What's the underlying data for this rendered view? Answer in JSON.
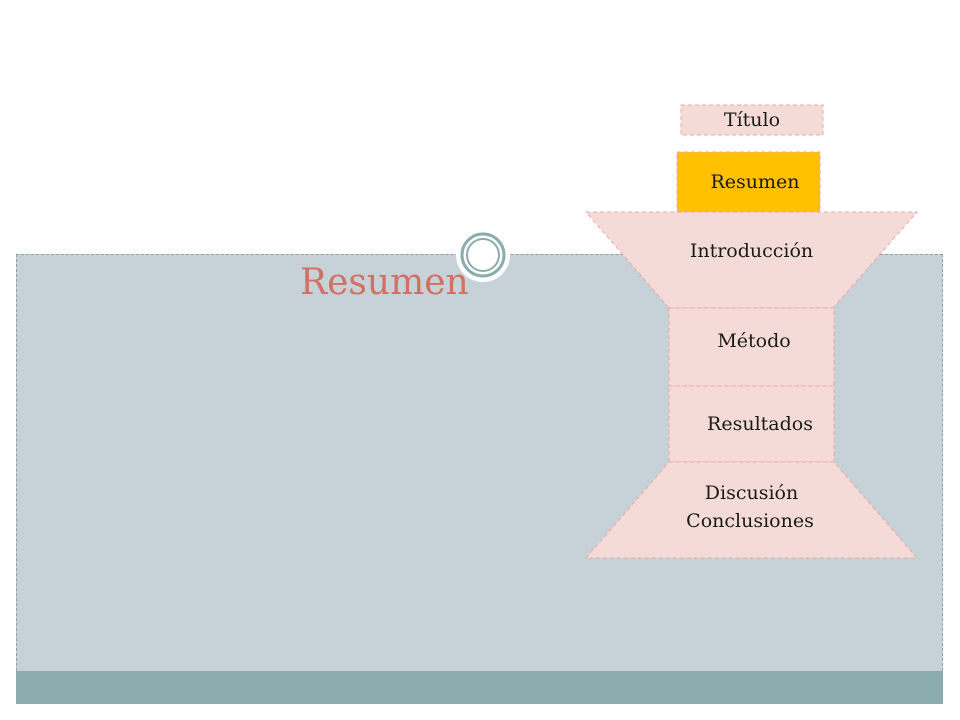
{
  "slide": {
    "title": "Resumen"
  },
  "diagram": {
    "sections": {
      "titulo": "Título",
      "resumen": "Resumen",
      "introduccion": "Introducción",
      "metodo": "Método",
      "resultados": "Resultados",
      "discusion": "Discusión",
      "conclusiones": "Conclusiones"
    },
    "colors": {
      "fill": "#f4dbd8",
      "highlight": "#ffc000",
      "border": "#e6a8a8"
    }
  },
  "theme": {
    "body_bg": "#c6d1d8",
    "footer_bg": "#8aacac",
    "title_color": "#d27062"
  }
}
